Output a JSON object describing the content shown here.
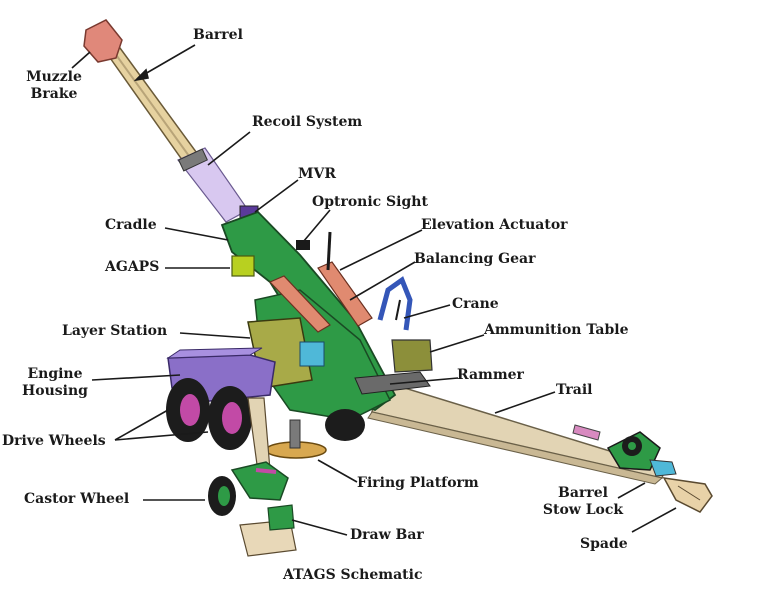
{
  "title": "ATAGS Schematic",
  "labels": {
    "barrel": "Barrel",
    "muzzle_brake_1": "Muzzle",
    "muzzle_brake_2": "Brake",
    "recoil_system": "Recoil System",
    "mvr": "MVR",
    "optronic_sight": "Optronic Sight",
    "cradle": "Cradle",
    "elevation_actuator": "Elevation Actuator",
    "agaps": "AGAPS",
    "balancing_gear": "Balancing Gear",
    "crane": "Crane",
    "layer_station": "Layer Station",
    "ammunition_table": "Ammunition Table",
    "engine_housing_1": "Engine",
    "engine_housing_2": "Housing",
    "rammer": "Rammer",
    "trail": "Trail",
    "drive_wheels": "Drive Wheels",
    "firing_platform": "Firing Platform",
    "castor_wheel": "Castor Wheel",
    "barrel_stow_lock_1": "Barrel",
    "barrel_stow_lock_2": "Stow Lock",
    "draw_bar": "Draw Bar",
    "spade": "Spade"
  },
  "colors": {
    "frame_green": "#2e9a46",
    "dark_green": "#1d6b30",
    "barrel_tan": "#e6d2a0",
    "trail_tan": "#e2d4b4",
    "purple": "#8a6fc8",
    "wheel_dark": "#1c1c1c",
    "hub_magenta": "#c24aa6",
    "muzzle_salmon": "#e0887a",
    "actuator_salmon": "#e08a70",
    "blue": "#3456b8",
    "cyan": "#4fb8d8",
    "platform_gold": "#d8a850",
    "agaps_green": "#b8d020",
    "olive": "#8c8f3a"
  }
}
